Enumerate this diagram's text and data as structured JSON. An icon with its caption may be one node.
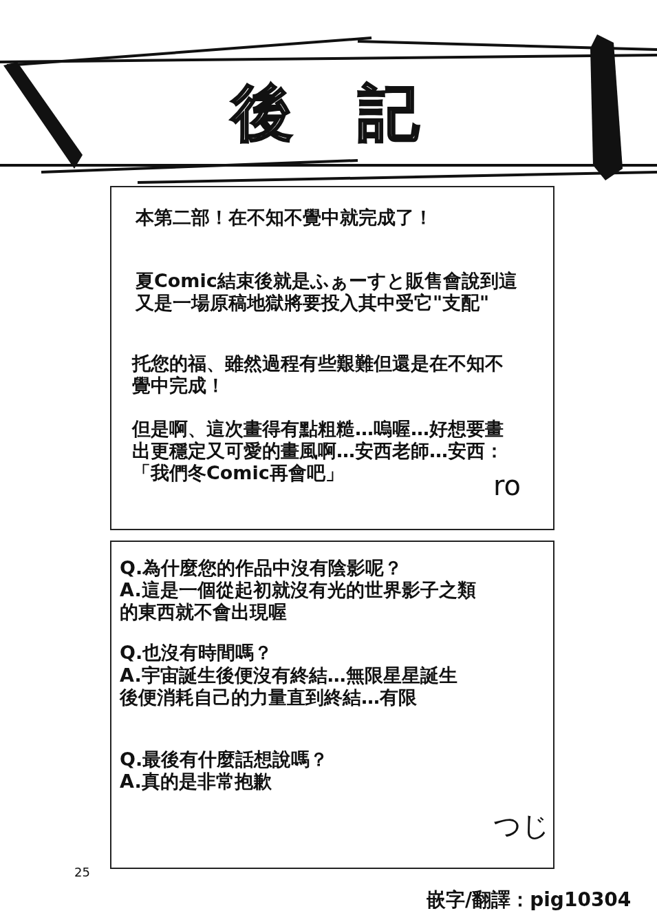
{
  "diagram": {
    "title": "後　記",
    "nodes": [
      {
        "text": [
          "本第二部！在不知不覺中就完成了！",
          "夏Comic結束後就是ふぁーすと販售會說到這又是一場原稿地獄將要投入其中受它\"支配\"",
          "托您的福、雖然過程有些艱難但還是在不知不覺中完成！",
          "但是啊、這次畫得有點粗糙…嗚喔…好想要畫出更穩定又可愛的畫風啊…安西老師…安西：「我們冬Comic再會吧」",
          "ro"
        ]
      },
      {
        "text": [
          "Q.為什麼您的作品中沒有陰影呢？",
          "A.這是一個從起初就沒有光的世界影子之類的東西就不會出現喔",
          "Q.也沒有時間嗎？",
          "A.宇宙誕生後便沒有終結…無限星星誕生後便消耗自己的力量直到終結…有限",
          "Q.最後有什麼話想說嗎？",
          "A.真的是非常抱歉",
          "つじ"
        ]
      }
    ],
    "labels": [
      "25",
      "嵌字/翻譯：pig10304"
    ]
  }
}
